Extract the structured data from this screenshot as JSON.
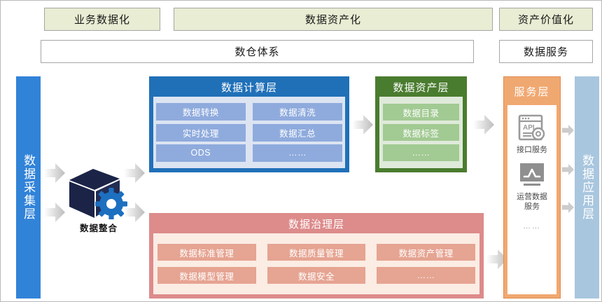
{
  "header": {
    "strips": [
      {
        "label": "业务数据化"
      },
      {
        "label": "数据资产化"
      },
      {
        "label": "资产价值化"
      }
    ],
    "sub_strips": [
      {
        "label": "数仓体系"
      },
      {
        "label": "数据服务"
      }
    ]
  },
  "columns": {
    "collect": {
      "label": "数据采集层",
      "color": "#3183d8"
    },
    "application": {
      "label": "数据应用层",
      "color": "#a8c6de"
    }
  },
  "integration": {
    "label": "数据整合",
    "icon": "cube-gear-icon"
  },
  "layers": {
    "compute": {
      "title": "数据计算层",
      "color": "#2070b8",
      "body_color": "#dce4f2",
      "chip_color": "#8fabdd",
      "rows": [
        [
          "数据转换",
          "数据清洗"
        ],
        [
          "实时处理",
          "数据汇总"
        ],
        [
          "ODS",
          "……"
        ]
      ]
    },
    "asset": {
      "title": "数据资产层",
      "color": "#4a7c2f",
      "body_color": "#dfeada",
      "chip_color": "#a2ca93",
      "rows": [
        [
          "数据目录"
        ],
        [
          "数据标签"
        ],
        [
          "……"
        ]
      ]
    },
    "governance": {
      "title": "数据治理层",
      "color": "#dd8b8b",
      "body_color": "#fbece4",
      "chip_color": "#e6a492",
      "rows": [
        [
          "数据标准管理",
          "数据质量管理",
          "数据资产管理"
        ],
        [
          "数据模型管理",
          "数据安全",
          "……"
        ]
      ]
    },
    "service": {
      "title": "服务层",
      "color": "#f0a871",
      "items": [
        {
          "icon": "api-window-gear-icon",
          "caption": "接口服务"
        },
        {
          "icon": "monitor-chart-icon",
          "caption": "运营数据\n服务"
        }
      ],
      "more": "……"
    }
  }
}
